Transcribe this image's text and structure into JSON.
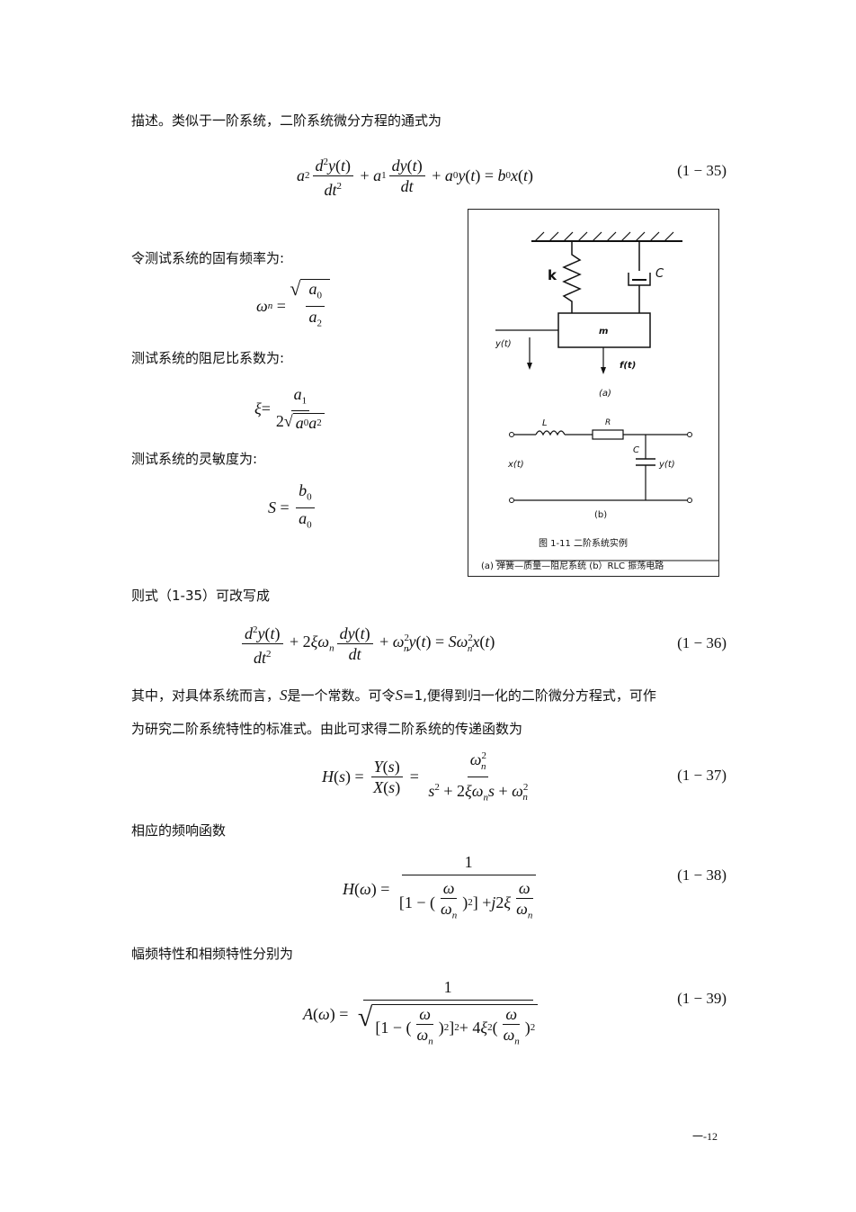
{
  "paragraphs": {
    "p1": "描述。类似于一阶系统，二阶系统微分方程的通式为",
    "p2": "令测试系统的固有频率为:",
    "p3": "测试系统的阻尼比系数为:",
    "p4": "测试系统的灵敏度为:",
    "p5": "则式（1-35）可改写成",
    "p6a": "其中，对具体系统而言，",
    "p6b": "S",
    "p6c": "是一个常数。可令",
    "p6d": "S",
    "p6e": "=1,便得到归一化的二阶微分方程式，可作",
    "p7": "为研究二阶系统特性的标准式。由此可求得二阶系统的传递函数为",
    "p8": "相应的频响函数",
    "p9": "幅频特性和相频特性分别为"
  },
  "equation_numbers": {
    "e35": "(1 − 35)",
    "e36": "(1 − 36)",
    "e37": "(1 − 37)",
    "e38": "(1 − 38)",
    "e39": "(1 − 39)"
  },
  "figure": {
    "label_k": "k",
    "label_c_top": "C",
    "label_m": "m",
    "label_y": "y(t)",
    "label_f": "f(t)",
    "sub_a": "(a)",
    "label_L": "L",
    "label_R": "R",
    "label_x": "x(t)",
    "label_c_bottom": "C",
    "label_y2": "y(t)",
    "sub_b": "(b)",
    "caption_title": "图 1-11    二阶系统实例",
    "caption_sub": "(a) 弹簧—质量—阻尼系统   (b）RLC 振荡电路"
  },
  "page_number": "一-12"
}
